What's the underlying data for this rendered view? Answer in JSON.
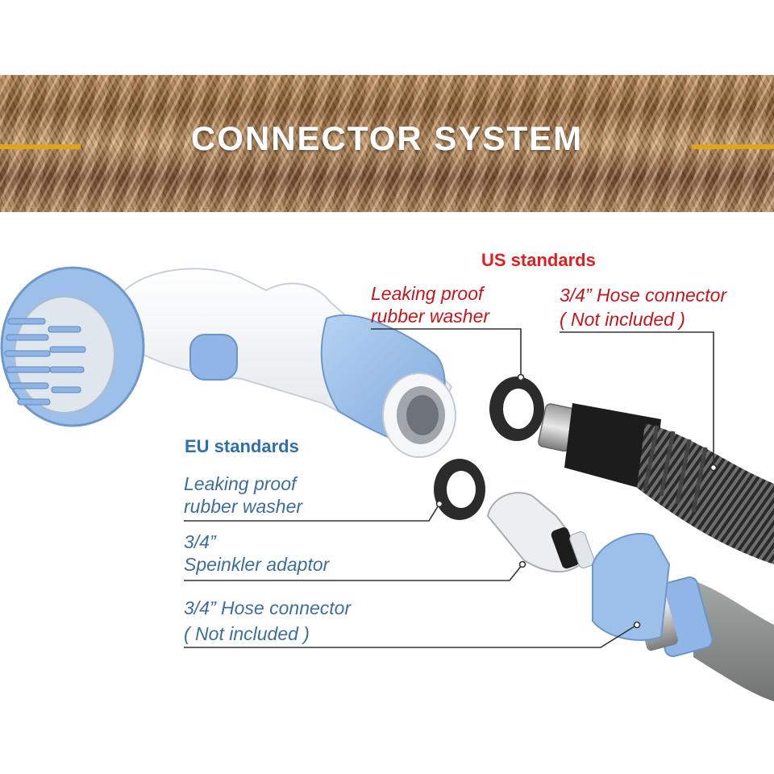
{
  "banner": {
    "title": "CONNECTOR SYSTEM"
  },
  "us": {
    "heading": "US standards",
    "washer_line1": "Leaking proof",
    "washer_line2": "rubber washer",
    "hose_line1": "3/4” Hose connector",
    "hose_line2": "( Not included )"
  },
  "eu": {
    "heading": "EU standards",
    "washer_line1": "Leaking proof",
    "washer_line2": "rubber washer",
    "adaptor_line1": "3/4”",
    "adaptor_line2": "Speinkler adaptor",
    "hose_line1": "3/4” Hose connector",
    "hose_line2": "( Not included )"
  },
  "colors": {
    "brush_blue": "#9cc0ea",
    "brush_white": "#f3f5f8",
    "gold_accent": "#e1a51b",
    "us_red": "#e02020",
    "eu_blue": "#2f6fae",
    "hose_black": "#1a1a1a",
    "hose_grey": "#8b8f8e"
  }
}
